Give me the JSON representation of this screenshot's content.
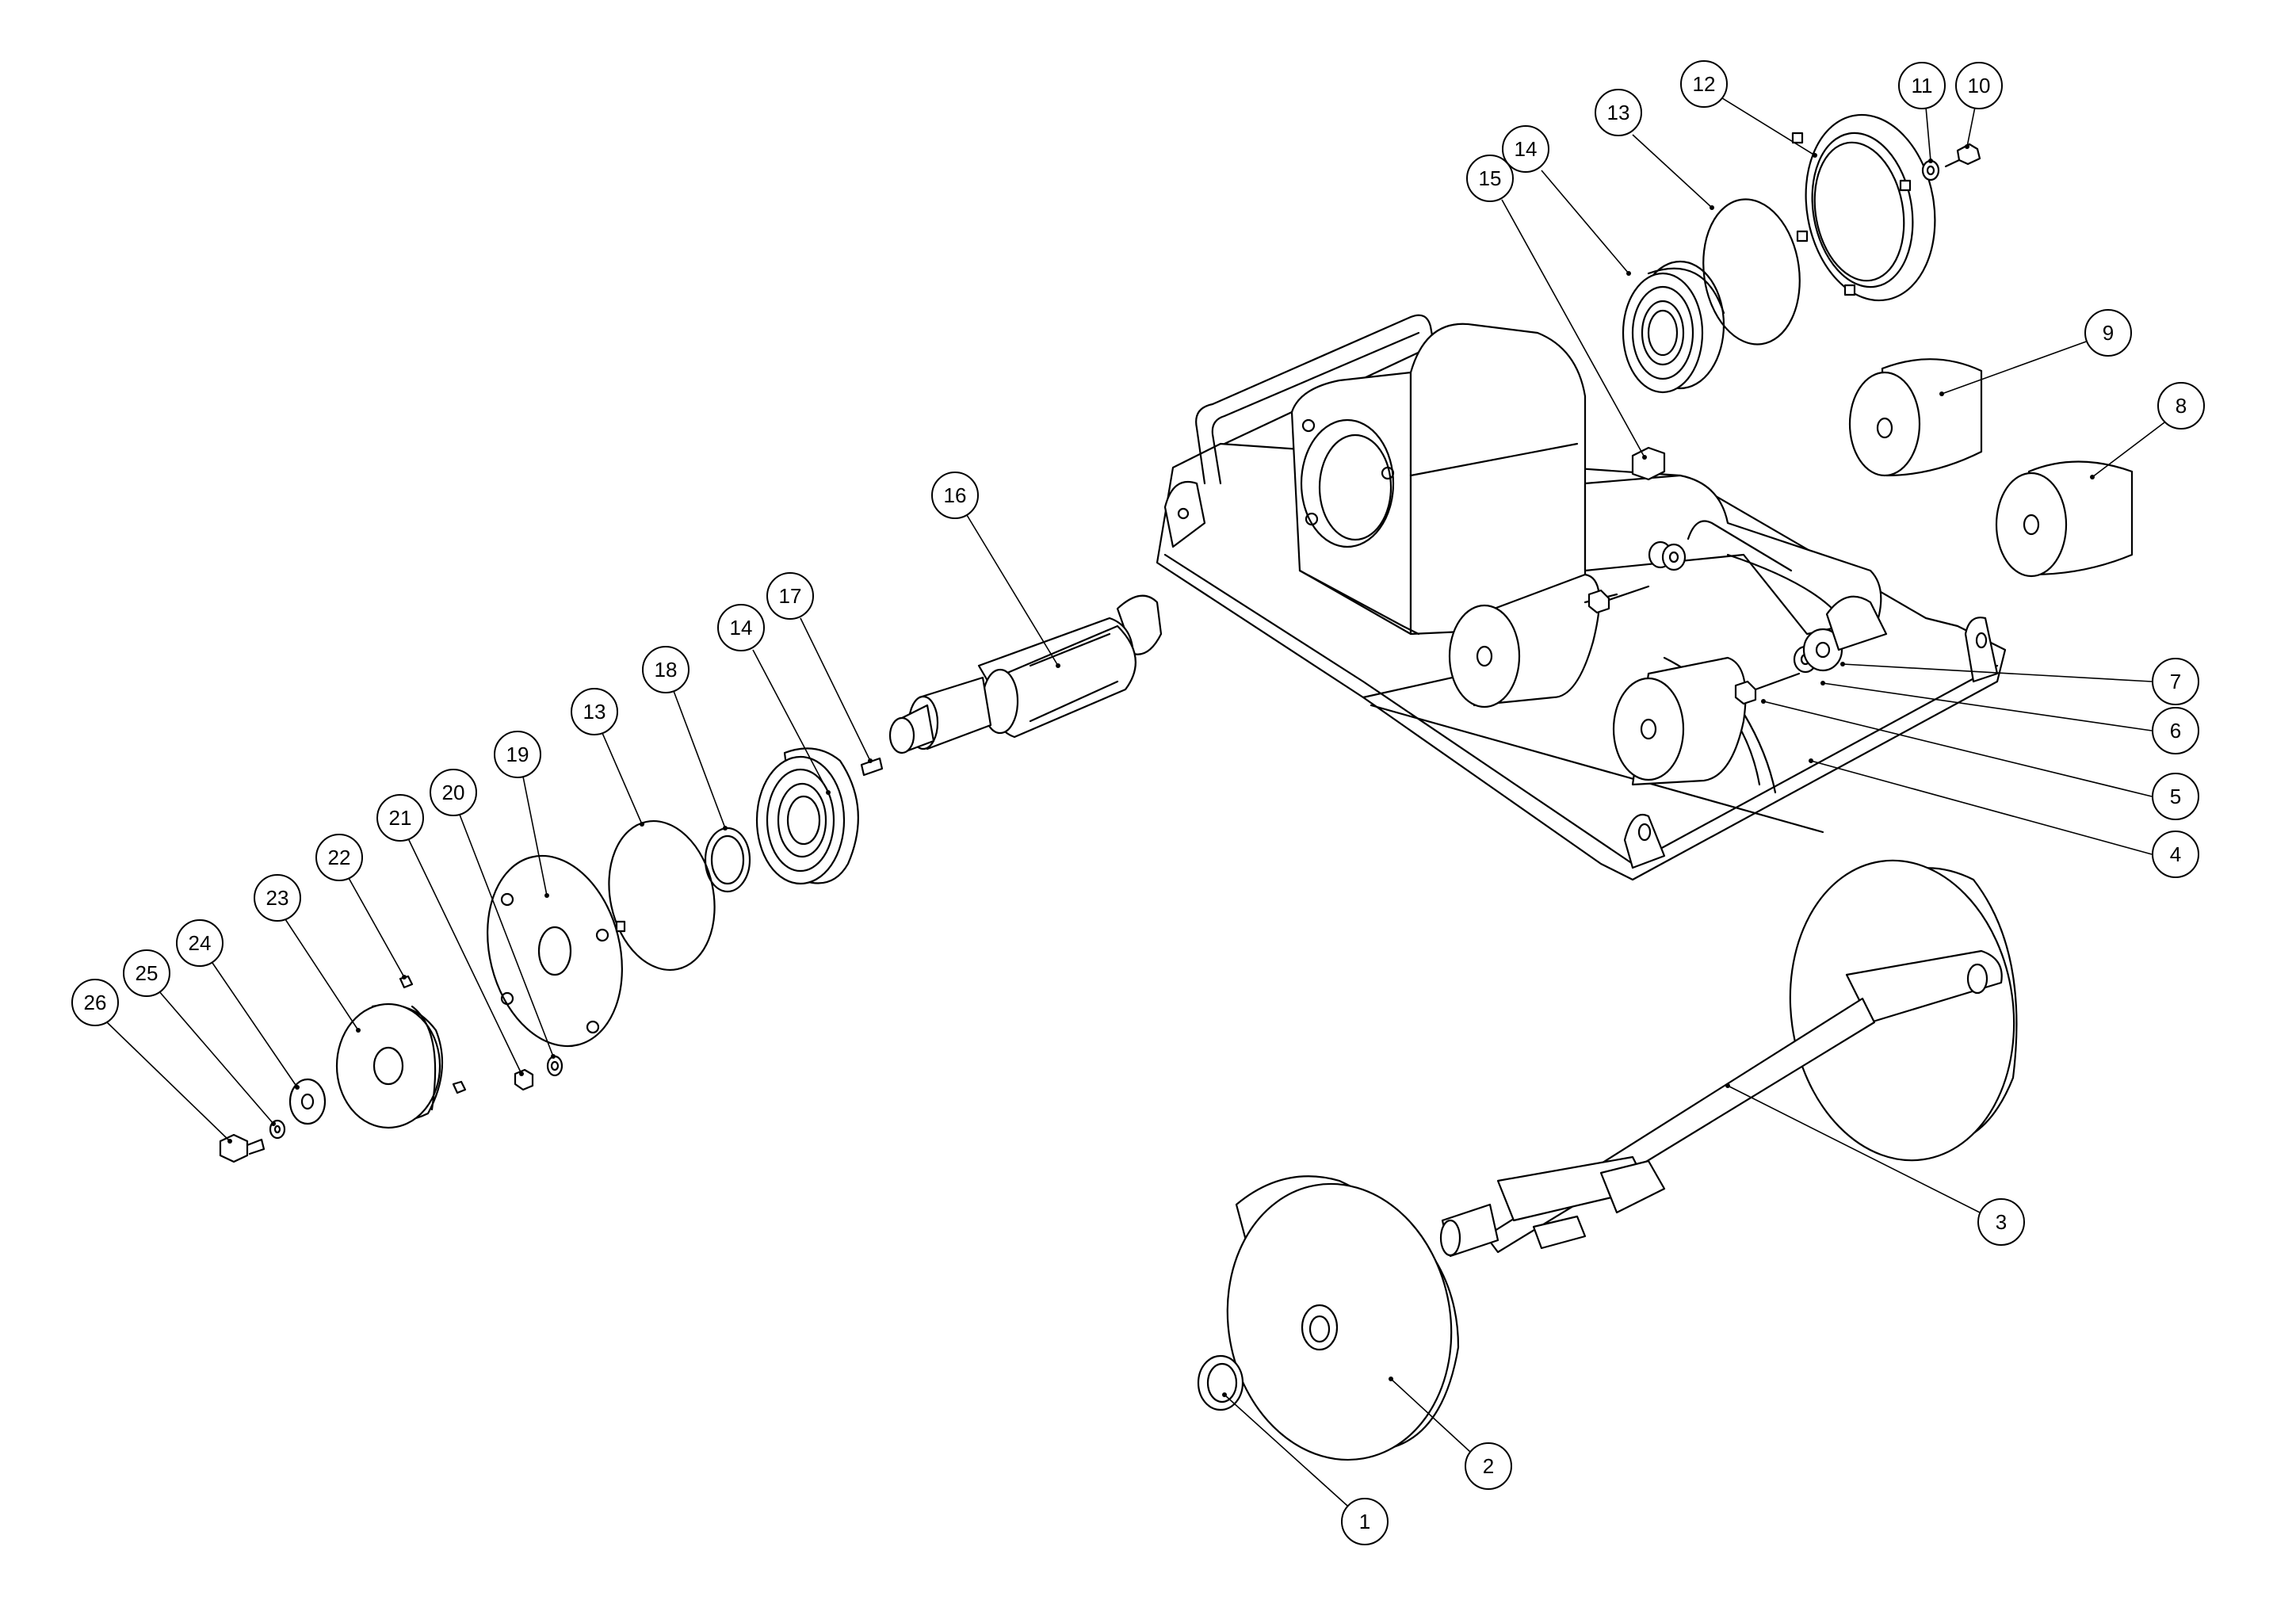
{
  "callouts": [
    {
      "id": "c1",
      "label": "1"
    },
    {
      "id": "c2",
      "label": "2"
    },
    {
      "id": "c3",
      "label": "3"
    },
    {
      "id": "c4",
      "label": "4"
    },
    {
      "id": "c5",
      "label": "5"
    },
    {
      "id": "c6",
      "label": "6"
    },
    {
      "id": "c7",
      "label": "7"
    },
    {
      "id": "c8",
      "label": "8"
    },
    {
      "id": "c9",
      "label": "9"
    },
    {
      "id": "c10",
      "label": "10"
    },
    {
      "id": "c11",
      "label": "11"
    },
    {
      "id": "c12",
      "label": "12"
    },
    {
      "id": "c13a",
      "label": "13"
    },
    {
      "id": "c14a",
      "label": "14"
    },
    {
      "id": "c15",
      "label": "15"
    },
    {
      "id": "c16",
      "label": "16"
    },
    {
      "id": "c17",
      "label": "17"
    },
    {
      "id": "c14b",
      "label": "14"
    },
    {
      "id": "c18",
      "label": "18"
    },
    {
      "id": "c13b",
      "label": "13"
    },
    {
      "id": "c19",
      "label": "19"
    },
    {
      "id": "c20",
      "label": "20"
    },
    {
      "id": "c21",
      "label": "21"
    },
    {
      "id": "c22",
      "label": "22"
    },
    {
      "id": "c23",
      "label": "23"
    },
    {
      "id": "c24",
      "label": "24"
    },
    {
      "id": "c25",
      "label": "25"
    },
    {
      "id": "c26",
      "label": "26"
    }
  ]
}
